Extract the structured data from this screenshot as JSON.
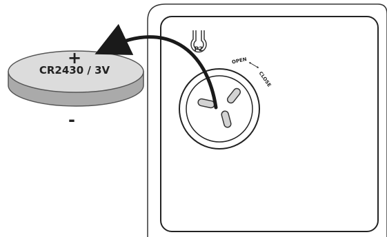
{
  "battery": {
    "model_voltage": "CR2430 / 3V",
    "plus_sign": "+",
    "minus_sign": "-"
  },
  "slot": {
    "marker": "P2"
  },
  "cover": {
    "open_label": "OPEN",
    "close_label": "CLOSE"
  }
}
